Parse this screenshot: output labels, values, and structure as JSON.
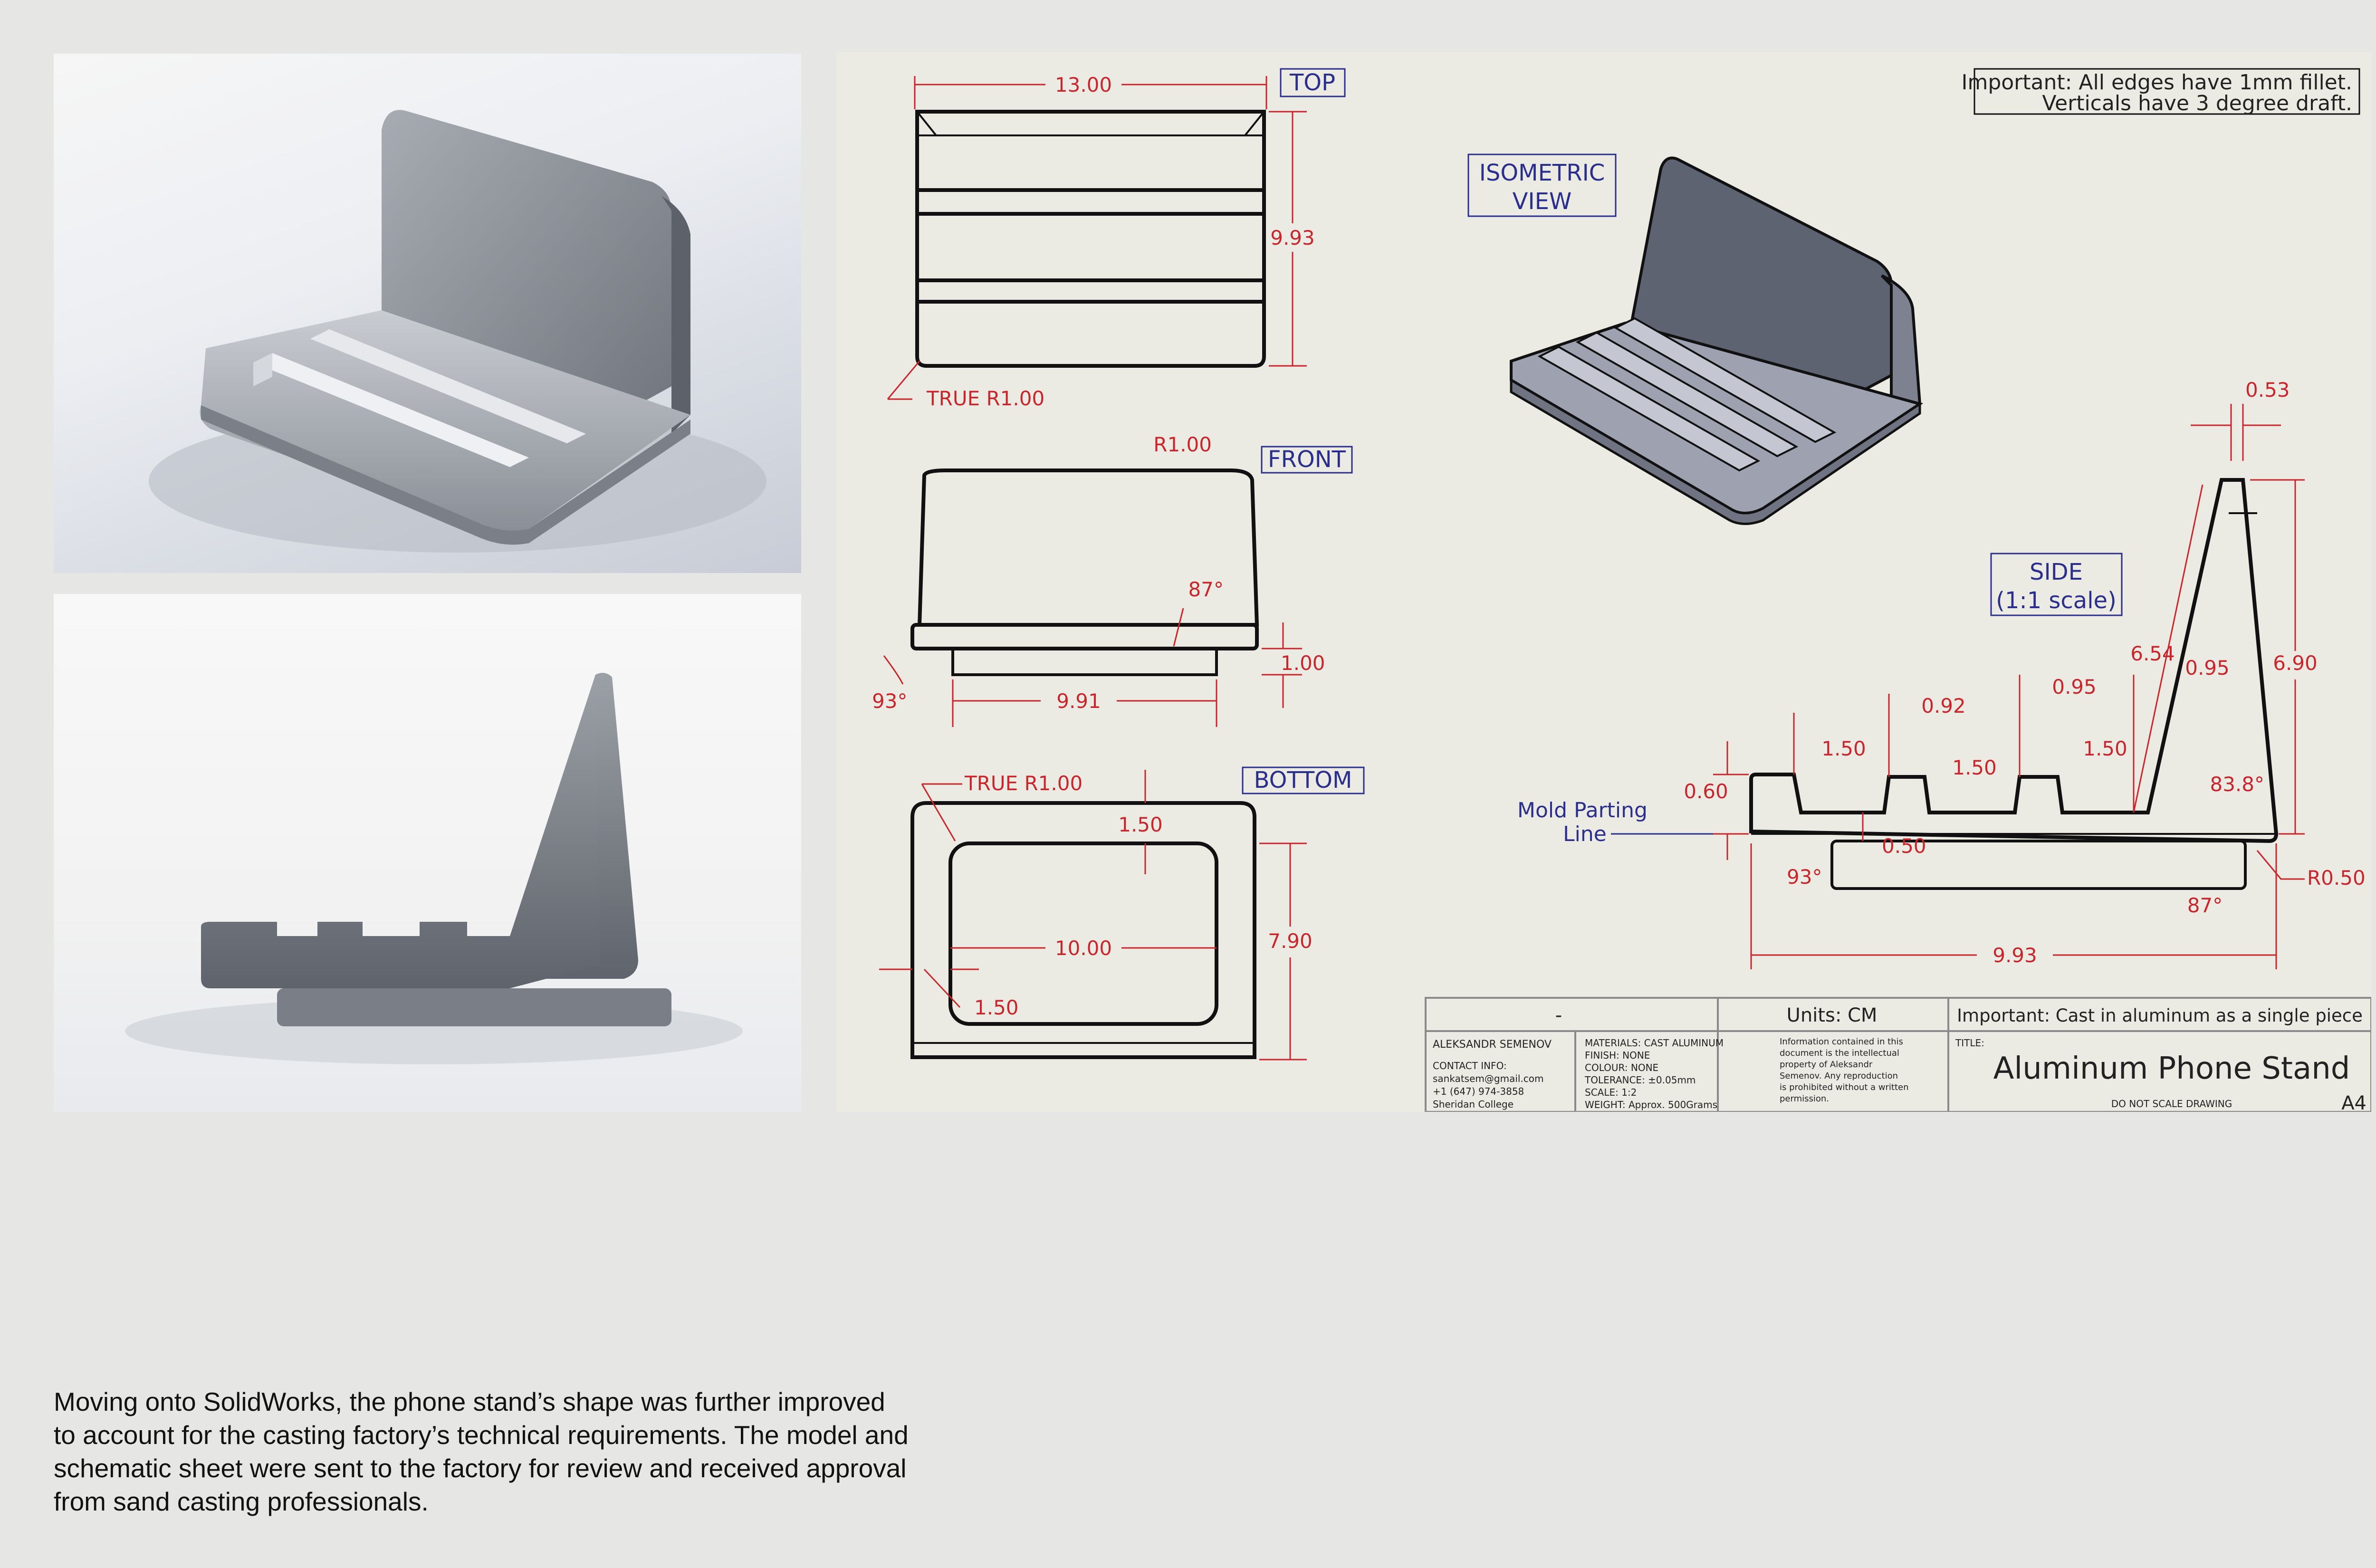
{
  "caption": {
    "lines": [
      "Moving onto SolidWorks, the phone stand’s shape was further improved",
      "to account for the casting factory’s technical requirements. The model and",
      "schematic sheet were sent to the factory for review and received approval",
      "from sand casting professionals."
    ]
  },
  "drawing": {
    "note": [
      "Important: All edges have 1mm fillet.",
      "Verticals have 3 degree draft."
    ],
    "views": {
      "top": "TOP",
      "front": "FRONT",
      "bottom": "BOTTOM",
      "iso": [
        "ISOMETRIC",
        "VIEW"
      ],
      "side": [
        "SIDE",
        "(1:1 scale)"
      ]
    },
    "mold_line": [
      "Mold Parting",
      "Line"
    ],
    "top_dims": {
      "width": "13.00",
      "depth": "9.93",
      "radius": "TRUE R1.00"
    },
    "front_dims": {
      "radius": "R1.00",
      "angle_top": "87°",
      "angle_left": "93°",
      "width": "9.91",
      "height": "1.00"
    },
    "bottom_dims": {
      "radius": "TRUE R1.00",
      "offset_top": "1.50",
      "inner_width": "10.00",
      "depth": "7.90",
      "offset_left": "1.50"
    },
    "side_dims": {
      "top_width": "0.53",
      "slot1": "0.92",
      "slot2": "0.95",
      "slot3": "0.95",
      "gap1": "1.50",
      "gap2": "1.50",
      "gap3": "1.50",
      "back_len": "6.54",
      "height": "6.90",
      "angle_back": "83.8°",
      "lip": "0.60",
      "base_step": "0.50",
      "angle_left": "93°",
      "angle_right": "87°",
      "radius": "R0.50",
      "length": "9.93"
    },
    "title_block": {
      "dash": "-",
      "units": "Units: CM",
      "important": "Important: Cast in aluminum as a single piece",
      "author": "ALEKSANDR SEMENOV",
      "contact": [
        "CONTACT INFO:",
        "sankatsem@gmail.com",
        "+1 (647) 974-3858",
        "Sheridan College"
      ],
      "materials": [
        "MATERIALS: CAST ALUMINUM",
        "FINISH: NONE",
        "COLOUR: NONE",
        "TOLERANCE: ±0.05mm",
        "SCALE: 1:2",
        "WEIGHT: Approx. 500Grams"
      ],
      "rights": [
        "Information contained in this",
        "document is the intellectual",
        "property of Aleksandr",
        "Semenov. Any reproduction",
        "is prohibited without a written",
        "permission."
      ],
      "title_label": "TITLE:",
      "title": "Aluminum Phone Stand",
      "scale_note": "DO NOT SCALE DRAWING",
      "size": "A4"
    }
  }
}
